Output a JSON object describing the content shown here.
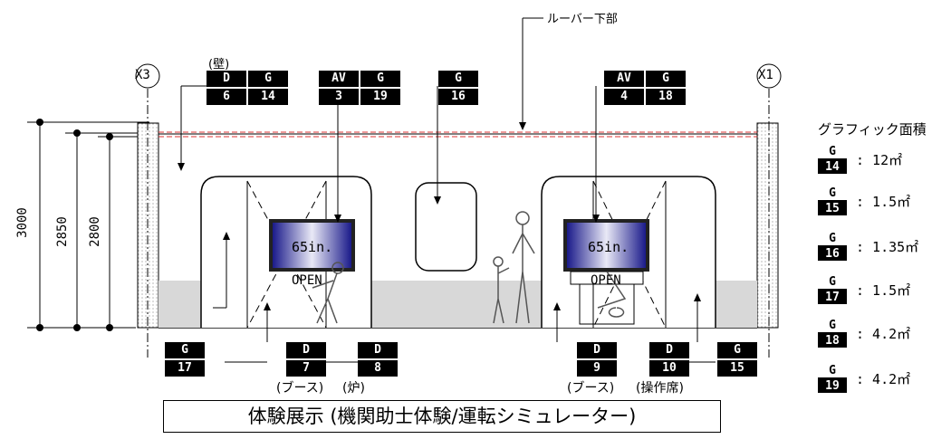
{
  "top_note": "ルーバー下部",
  "grid_labels": {
    "left": "X3",
    "right": "X1"
  },
  "dimensions": [
    "3000",
    "2850",
    "2800"
  ],
  "wall_note": "(壁)",
  "top_tags": [
    {
      "id": "d6",
      "top": "D",
      "bottom": "6"
    },
    {
      "id": "g14",
      "top": "G",
      "bottom": "14"
    },
    {
      "id": "av3",
      "top": "AV",
      "bottom": "3"
    },
    {
      "id": "g19",
      "top": "G",
      "bottom": "19"
    },
    {
      "id": "g16",
      "top": "G",
      "bottom": "16"
    },
    {
      "id": "av4",
      "top": "AV",
      "bottom": "4"
    },
    {
      "id": "g18",
      "top": "G",
      "bottom": "18"
    }
  ],
  "bottom_tags": [
    {
      "id": "g17",
      "top": "G",
      "bottom": "17"
    },
    {
      "id": "d7",
      "top": "D",
      "bottom": "7"
    },
    {
      "id": "d8",
      "top": "D",
      "bottom": "8"
    },
    {
      "id": "d9",
      "top": "D",
      "bottom": "9"
    },
    {
      "id": "d10",
      "top": "D",
      "bottom": "10"
    },
    {
      "id": "g15",
      "top": "G",
      "bottom": "15"
    }
  ],
  "bottom_notes": [
    "(ブース)",
    "(炉)",
    "(ブース)",
    "(操作席)"
  ],
  "screens": [
    {
      "size": "65in.",
      "status": "OPEN"
    },
    {
      "size": "65in.",
      "status": "OPEN"
    }
  ],
  "legend": {
    "title": "グラフィック面積",
    "rows": [
      {
        "code_top": "G",
        "code_bottom": "14",
        "area": ": 12㎡"
      },
      {
        "code_top": "G",
        "code_bottom": "15",
        "area": ": 1.5㎡"
      },
      {
        "code_top": "G",
        "code_bottom": "16",
        "area": ": 1.35㎡"
      },
      {
        "code_top": "G",
        "code_bottom": "17",
        "area": ": 1.5㎡"
      },
      {
        "code_top": "G",
        "code_bottom": "18",
        "area": ": 4.2㎡"
      },
      {
        "code_top": "G",
        "code_bottom": "19",
        "area": ": 4.2㎡"
      }
    ]
  },
  "caption": "体験展示 (機関助士体験/運転シミュレーター)"
}
